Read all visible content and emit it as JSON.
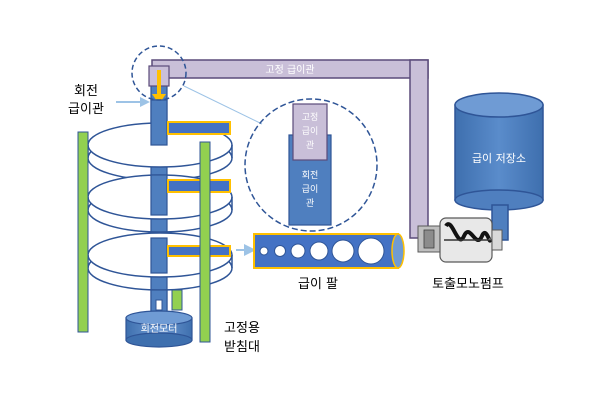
{
  "labels": {
    "fixed_pipe": "고정 급이관",
    "rotating_pipe_line1": "회전",
    "rotating_pipe_line2": "급이관",
    "inset_fixed_1": "고정",
    "inset_fixed_2": "급이",
    "inset_fixed_3": "관",
    "inset_rot_1": "회전",
    "inset_rot_2": "급이",
    "inset_rot_3": "관",
    "storage_tank": "급이 저장소",
    "feeding_arm": "급이 팔",
    "mono_pump": "토출모노펌프",
    "motor": "회전모터",
    "support_line1": "고정용",
    "support_line2": "받침대"
  },
  "colors": {
    "pipe_purple": "#c9bfd8",
    "body_blue": "#4f7fbf",
    "dark_blue_stroke": "#2f5597",
    "support_green": "#92d050",
    "arm_yellow": "#ffc000",
    "arm_fill": "#4472c4"
  }
}
